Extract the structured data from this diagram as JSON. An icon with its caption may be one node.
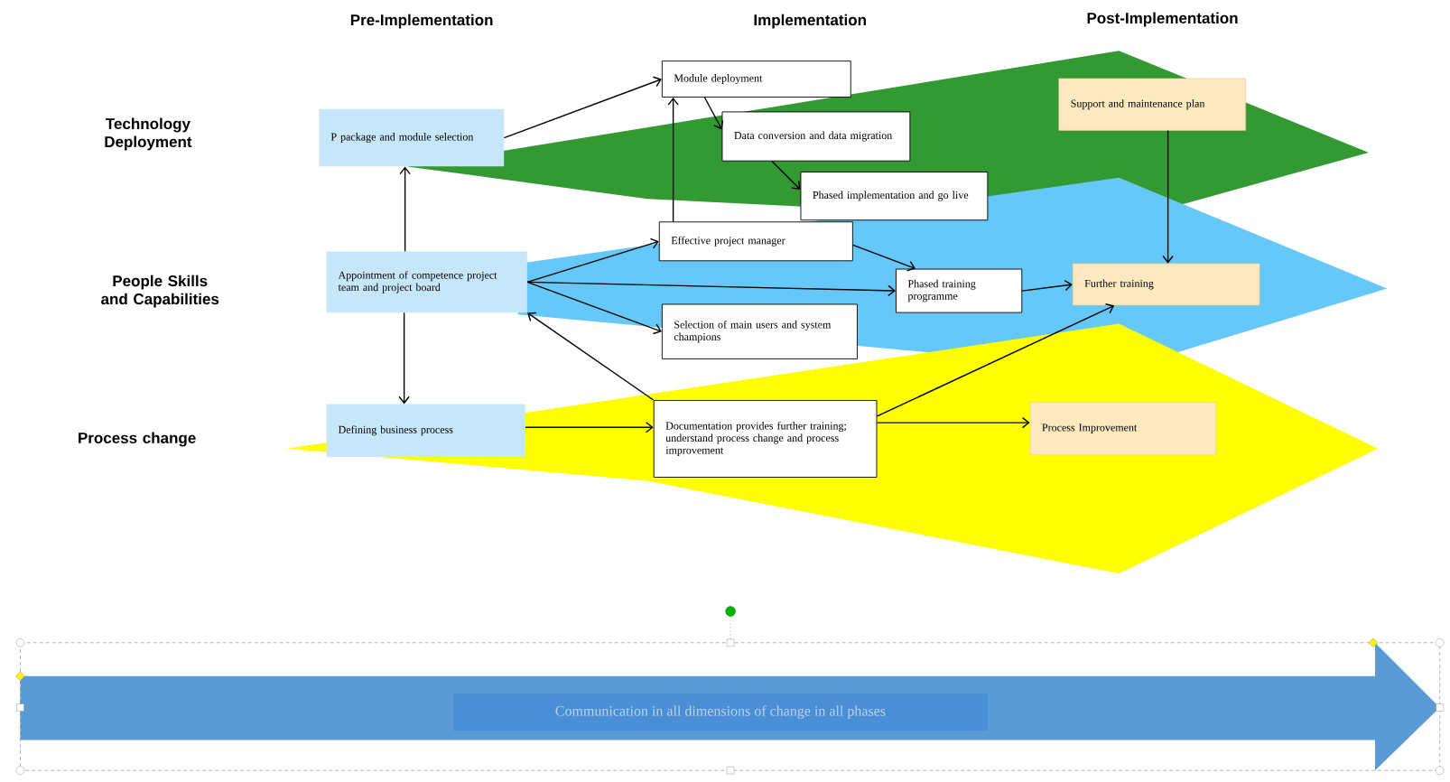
{
  "diagram": {
    "nodes": [
      {
        "text": [
          "P package and module selection"
        ]
      },
      {
        "text": [
          "Module deployment"
        ]
      },
      {
        "text": [
          "Data conversion and data migration"
        ]
      },
      {
        "text": [
          "Phased implementation and go live"
        ]
      },
      {
        "text": [
          "Support and maintenance plan"
        ]
      },
      {
        "text": [
          "Appointment of competence project team and project board"
        ]
      },
      {
        "text": [
          "Effective project manager"
        ]
      },
      {
        "text": [
          "Phased training programme"
        ]
      },
      {
        "text": [
          "Further training"
        ]
      },
      {
        "text": [
          "Selection of main users and system champions"
        ]
      },
      {
        "text": [
          "Defining business process"
        ]
      },
      {
        "text": [
          "Documentation provides further training; understand process change and process improvement"
        ]
      },
      {
        "text": [
          "Process Improvement"
        ]
      },
      {
        "text": [
          "Communication in all dimensions of change in all phases"
        ]
      }
    ],
    "edges": [
      {
        "from": 0,
        "to": 1,
        "arrow": "to"
      },
      {
        "from": 1,
        "to": 2,
        "arrow": "to"
      },
      {
        "from": 2,
        "to": 3,
        "arrow": "to"
      },
      {
        "from": 5,
        "to": 0,
        "arrow": "to"
      },
      {
        "from": 5,
        "to": 6,
        "arrow": "to"
      },
      {
        "from": 5,
        "to": 7,
        "arrow": "to"
      },
      {
        "from": 5,
        "to": 9,
        "arrow": "to"
      },
      {
        "from": 5,
        "to": 10,
        "arrow": "to"
      },
      {
        "from": 6,
        "to": 1,
        "arrow": "to"
      },
      {
        "from": 6,
        "to": 7,
        "arrow": "to"
      },
      {
        "from": 7,
        "to": 8,
        "arrow": "to"
      },
      {
        "from": 4,
        "to": 8,
        "arrow": "to"
      },
      {
        "from": 11,
        "to": 8,
        "arrow": "to"
      },
      {
        "from": 11,
        "to": 12,
        "arrow": "to"
      },
      {
        "from": 10,
        "to": 11,
        "arrow": "to"
      },
      {
        "from": 11,
        "to": 5,
        "arrow": "to"
      }
    ],
    "labels": [
      "Pre-Implementation",
      "Implementation",
      "Post-Implementation",
      "Technology Deployment",
      "People Skills and Capabilities",
      "Process change"
    ]
  }
}
